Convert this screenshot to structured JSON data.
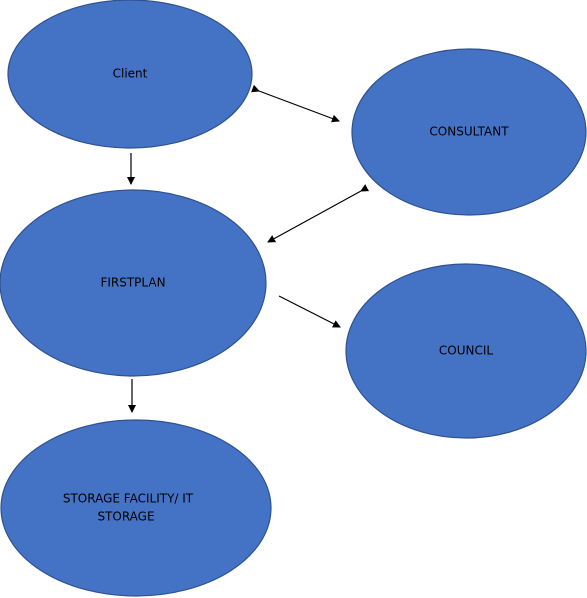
{
  "nodes": {
    "client": {
      "label": "Client"
    },
    "consultant": {
      "label": "CONSULTANT"
    },
    "firstplan": {
      "label": "FIRSTPLAN"
    },
    "council": {
      "label": "COUNCIL"
    },
    "storage": {
      "line1": "STORAGE FACILITY/ IT",
      "line2": "STORAGE"
    }
  },
  "edges": [
    {
      "from": "client",
      "to": "consultant",
      "bidirectional": true
    },
    {
      "from": "client",
      "to": "firstplan",
      "bidirectional": false
    },
    {
      "from": "consultant",
      "to": "firstplan",
      "bidirectional": true
    },
    {
      "from": "firstplan",
      "to": "council",
      "bidirectional": false
    },
    {
      "from": "firstplan",
      "to": "storage",
      "bidirectional": false
    }
  ],
  "colors": {
    "node_fill": "#4472c4",
    "node_stroke": "#2f528f",
    "edge": "#000000"
  }
}
